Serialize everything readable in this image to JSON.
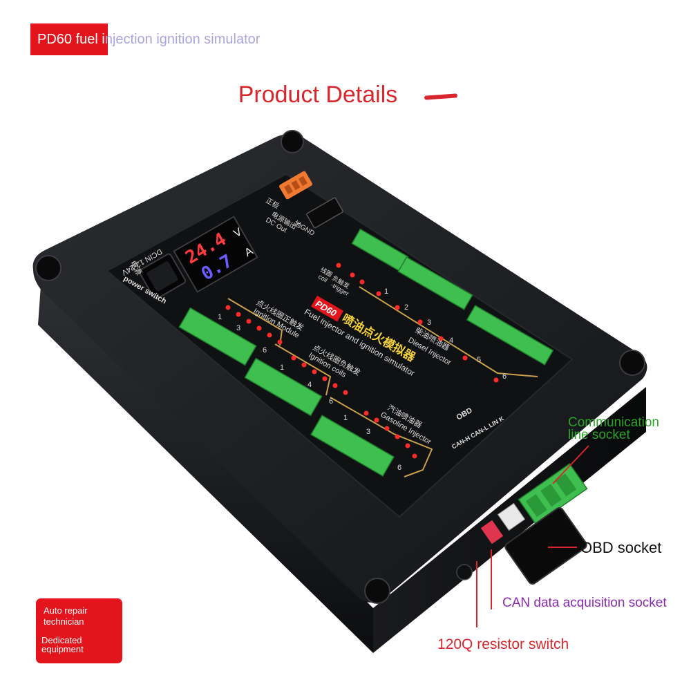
{
  "header": {
    "title_white_part": "PD60 fuel i",
    "title_rest": "njection ignition simulator",
    "colors": {
      "box": "#e3141b",
      "text": "#b5b0e6"
    }
  },
  "title": "Product Details",
  "device": {
    "display": {
      "voltage": "24.4",
      "current": "0.7",
      "voltage_unit": "V",
      "current_unit": "A"
    },
    "power_label_cn": "电源",
    "power_label": "power switch",
    "dc_in": "DCIN 12-24V",
    "dc_out_cn": "电源输出",
    "dc_out": "DC Out",
    "positive_cn": "正极",
    "ground": "地GND",
    "brand": "PD60",
    "name_cn": "喷油点火模拟器",
    "name_en": "Fuel injector and ignition simulator",
    "coil_cn": "线圈",
    "coil": "coil",
    "trigger_cn": "负触发",
    "trigger": "-trigger",
    "ignition_module_cn": "点火线圈正触发",
    "ignition_module": "Ignition Module",
    "ignition_coils_cn": "点火线圈负触发",
    "ignition_coils": "Ignition coils",
    "gasoline_cn": "汽油喷油器",
    "gasoline": "Gasoline Injector",
    "diesel_cn": "柴油喷油器",
    "diesel": "Diesel Injector",
    "obd": "OBD",
    "obd_pins": "CAN-H  CAN-L  LIN  K",
    "channels": [
      "1",
      "2",
      "3",
      "4",
      "5",
      "6"
    ]
  },
  "callouts": {
    "comm_line1": "Communication",
    "comm_line2": "line socket",
    "obd_socket": "OBD socket",
    "can_socket": "CAN data acquisition socket",
    "resistor": "120Q resistor switch"
  },
  "badge": {
    "line1": "Auto repair technician",
    "line2": "Dedicated equipment"
  },
  "colors": {
    "accent_red": "#d9262c",
    "green": "#2aa52a",
    "purple": "#8a2ab1",
    "terminal_green": "#3fbf4f",
    "display_red": "#ff3b3b",
    "display_blue": "#6b5cff",
    "gold_line": "#c9a24a"
  }
}
